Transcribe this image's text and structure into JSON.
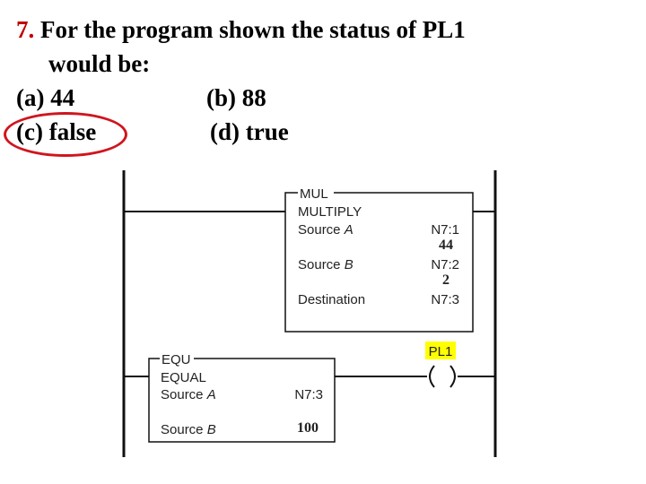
{
  "question": {
    "number": "7.",
    "text_line1": " For the program shown the status of PL1",
    "text_line2": "would be:",
    "options": {
      "a": "(a) 44",
      "b": "(b) 88",
      "c": "(c) false",
      "d": "(d) true"
    },
    "circled_option": "c"
  },
  "ladder": {
    "mul_block": {
      "title": "MUL",
      "subtitle": "MULTIPLY",
      "source_a_label": "Source",
      "source_a_letter": "A",
      "source_a_addr": "N7:1",
      "source_a_value": "44",
      "source_b_label": "Source",
      "source_b_letter": "B",
      "source_b_addr": "N7:2",
      "source_b_value": "2",
      "dest_label": "Destination",
      "dest_addr": "N7:3"
    },
    "equ_block": {
      "title": "EQU",
      "subtitle": "EQUAL",
      "source_a_label": "Source",
      "source_a_letter": "A",
      "source_a_addr": "N7:3",
      "source_b_label": "Source",
      "source_b_letter": "B",
      "source_b_value": "100"
    },
    "coil": {
      "tag": "PL1",
      "tag_color": "#ffff00"
    }
  },
  "colors": {
    "question_number": "#c00000",
    "answer_circle": "#d0151e",
    "ladder_lines": "#111111"
  }
}
